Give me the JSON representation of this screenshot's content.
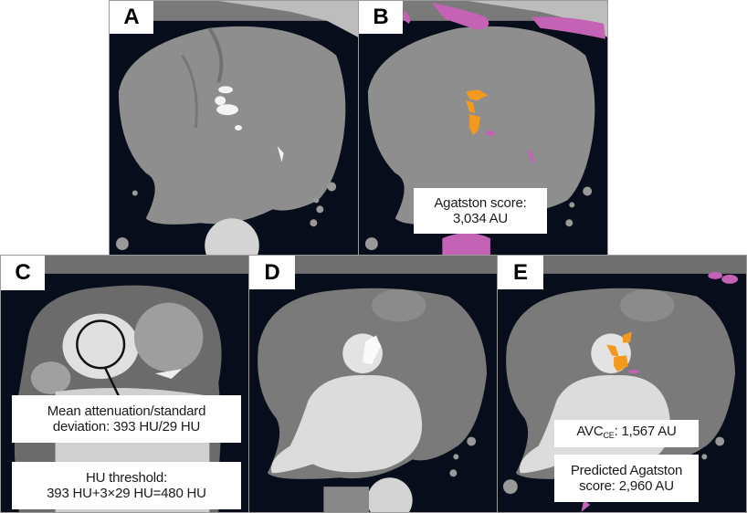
{
  "figure": {
    "panels": {
      "A": {
        "label": "A"
      },
      "B": {
        "label": "B",
        "annotation": {
          "line1": "Agatston score:",
          "line2": "3,034 AU"
        }
      },
      "C": {
        "label": "C",
        "annotation_roi": {
          "line1": "Mean attenuation/standard",
          "line2": "deviation: 393 HU/29 HU"
        },
        "annotation_threshold": {
          "line1": "HU threshold:",
          "line2": "393 HU+3×29 HU=480 HU"
        }
      },
      "D": {
        "label": "D"
      },
      "E": {
        "label": "E",
        "avc": {
          "prefix": "AVC",
          "subscript": "CE",
          "suffix": ": 1,567 AU"
        },
        "predicted": {
          "line1": "Predicted Agatston",
          "line2": "score: 2,960 AU"
        }
      }
    },
    "colors": {
      "background": "#070d1a",
      "tissue": "#8f8f8f",
      "contrast_blood": "#d2d2d2",
      "calcium_valve": "#f39a1e",
      "calcium_other": "#c463b5",
      "label_bg": "#ffffff"
    }
  }
}
